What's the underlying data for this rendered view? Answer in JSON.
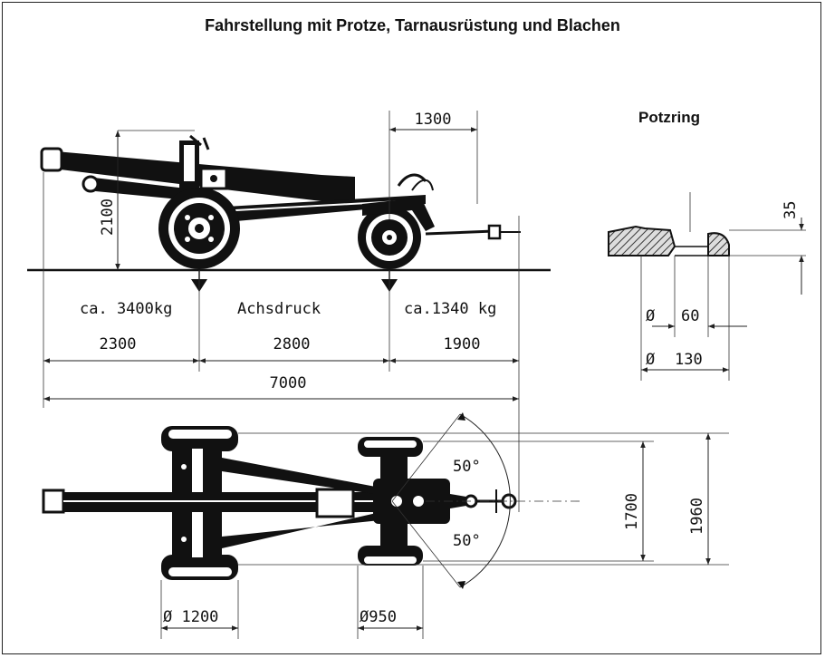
{
  "title": "Fahrstellung mit Protze, Tarnausrüstung und Blachen",
  "potzring": {
    "title": "Potzring",
    "dim_height": "35",
    "dim_inner_prefix": "Ø",
    "dim_inner": "60",
    "dim_outer_prefix": "Ø",
    "dim_outer": "130"
  },
  "side_view": {
    "dim_top": "1300",
    "dim_height": "2100",
    "weight_left": "ca. 3400kg",
    "axle_label": "Achsdruck",
    "weight_right": "ca.1340 kg",
    "seg_left": "2300",
    "seg_mid": "2800",
    "seg_right": "1900",
    "total": "7000"
  },
  "top_view": {
    "angle_top": "50°",
    "angle_bottom": "50°",
    "track_inner": "1700",
    "track_outer": "1960",
    "wheel_main": "Ø 1200",
    "wheel_limber": "Ø950"
  },
  "colors": {
    "ink": "#111111",
    "paper": "#ffffff"
  }
}
